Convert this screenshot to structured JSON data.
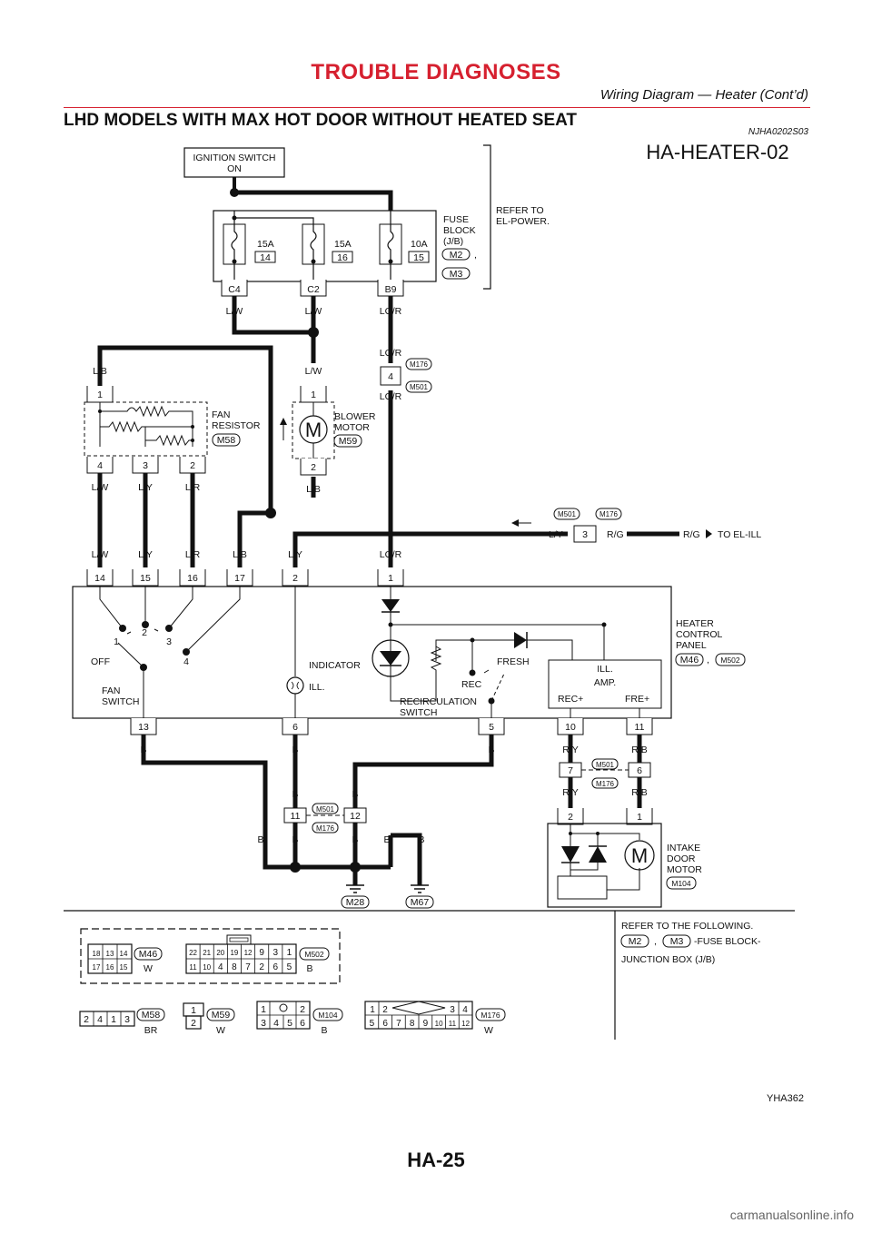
{
  "header": {
    "title": "TROUBLE DIAGNOSES",
    "subtitle": "Wiring Diagram — Heater (Cont’d)",
    "section_title": "LHD MODELS WITH MAX HOT DOOR WITHOUT HEATED SEAT",
    "section_code": "NJHA0202S03"
  },
  "diagram": {
    "name": "HA-HEATER-02",
    "ignition": [
      "IGNITION SWITCH",
      "ON"
    ],
    "fuse_block": {
      "label": [
        "FUSE",
        "BLOCK",
        "(J/B)"
      ],
      "connectors": [
        "M2",
        "M3"
      ],
      "sep": ",",
      "fuses": [
        {
          "amp": "15A",
          "num": "14",
          "term": "C4",
          "wire": "L/W"
        },
        {
          "amp": "15A",
          "num": "16",
          "term": "C2",
          "wire": "L/W"
        },
        {
          "amp": "10A",
          "num": "15",
          "term": "B9",
          "wire": "LG/R"
        }
      ]
    },
    "refer_power": [
      "REFER TO",
      "EL-POWER."
    ],
    "joint_upper": {
      "top_wire": "LG/R",
      "pin": "4",
      "bottom_wire": "LG/R",
      "conn_a": "M176",
      "conn_b": "M501"
    },
    "fan_resistor": {
      "label": [
        "FAN",
        "RESISTOR"
      ],
      "conn": "M58",
      "top_wire": "L/B",
      "pins_top": [
        "1"
      ],
      "pins_bottom": [
        "4",
        "3",
        "2"
      ],
      "wires": [
        "L/W",
        "L/Y",
        "L/R"
      ]
    },
    "blower_motor": {
      "label": [
        "BLOWER",
        "MOTOR"
      ],
      "conn": "M59",
      "motor": "M",
      "pin_top": "1",
      "pin_bottom": "2",
      "top_wire": "L/W",
      "bottom_wire": "L/B"
    },
    "illum_joint": {
      "conn_a": "M501",
      "conn_b": "M176",
      "pin": "3",
      "left_wire": "L/Y",
      "right_wire": "R/G",
      "far_wire": "R/G",
      "to": "TO EL-ILL"
    },
    "panel": {
      "label": [
        "HEATER",
        "CONTROL",
        "PANEL"
      ],
      "conn_a": "M46",
      "conn_b": "M502",
      "sep": ",",
      "top_wires": [
        "L/W",
        "L/Y",
        "L/R",
        "L/B",
        "L/Y",
        "LG/R"
      ],
      "top_pins": [
        "14",
        "15",
        "16",
        "17",
        "2",
        "1"
      ],
      "switch_positions": [
        "1",
        "2",
        "3",
        "4"
      ],
      "off": "OFF",
      "fan_switch": [
        "FAN",
        "SWITCH"
      ],
      "indicator": "INDICATOR",
      "ill": "ILL.",
      "fresh": "FRESH",
      "rec": "REC",
      "recirc": [
        "RECIRCULATION",
        "SWITCH"
      ],
      "amp": [
        "ILL.",
        "AMP."
      ],
      "rec_plus": "REC+",
      "fre_plus": "FRE+",
      "bottom_pins": [
        "13",
        "6",
        "5",
        "10",
        "11"
      ],
      "bottom_wires": [
        "B",
        "B",
        "B",
        "R/Y",
        "R/B"
      ]
    },
    "joint_ry": {
      "pins": [
        "7",
        "6"
      ],
      "conn_a": "M501",
      "conn_b": "M176",
      "upper_wires": [
        "R/Y",
        "R/B"
      ],
      "lower_wires": [
        "R/Y",
        "R/B"
      ]
    },
    "joint_ground": {
      "pins": [
        "11",
        "12"
      ],
      "conn_a": "M501",
      "conn_b": "M176",
      "upper_wires": [
        "B",
        "B"
      ],
      "lower_wires": [
        "B",
        "B",
        "B",
        "B",
        "B"
      ]
    },
    "grounds": [
      "M28",
      "M67"
    ],
    "intake_door": {
      "label": [
        "INTAKE",
        "DOOR",
        "MOTOR"
      ],
      "conn": "M104",
      "pins": [
        "2",
        "1"
      ],
      "motor": "M"
    },
    "figure_id": "YHA362"
  },
  "connector_views": {
    "m46": {
      "rows": [
        [
          "18",
          "13",
          "14"
        ],
        [
          "17",
          "16",
          "15"
        ]
      ],
      "conn": "M46",
      "color": "W"
    },
    "m502": {
      "rows": [
        [
          "22",
          "21",
          "20",
          "19",
          "12",
          "9",
          "3",
          "1"
        ],
        [
          "11",
          "10",
          "4",
          "8",
          "7",
          "2",
          "6",
          "5"
        ]
      ],
      "conn": "M502",
      "color": "B"
    },
    "m58": {
      "rows": [
        [
          "2",
          "4",
          "1",
          "3"
        ]
      ],
      "conn": "M58",
      "color": "BR"
    },
    "m59": {
      "rows": [
        [
          "1"
        ],
        [
          "2"
        ]
      ],
      "conn": "M59",
      "color": "W"
    },
    "m104": {
      "rows": [
        [
          "1",
          "2"
        ],
        [
          "3",
          "4",
          "5",
          "6"
        ]
      ],
      "conn": "M104",
      "color": "B"
    },
    "m176": {
      "rows": [
        [
          "1",
          "2",
          "3",
          "4"
        ],
        [
          "5",
          "6",
          "7",
          "8",
          "9",
          "10",
          "11",
          "12"
        ]
      ],
      "conn": "M176",
      "color": "W"
    }
  },
  "refer_following": {
    "line1": "REFER TO THE FOLLOWING.",
    "conn_a": "M2",
    "sep": ",",
    "conn_b": "M3",
    "suffix": "-FUSE BLOCK-",
    "line3": "JUNCTION BOX (J/B)"
  },
  "page_number": "HA-25",
  "footer": "carmanualsonline.info",
  "colors": {
    "title_red": "#d6202f",
    "wire": "#111111"
  }
}
